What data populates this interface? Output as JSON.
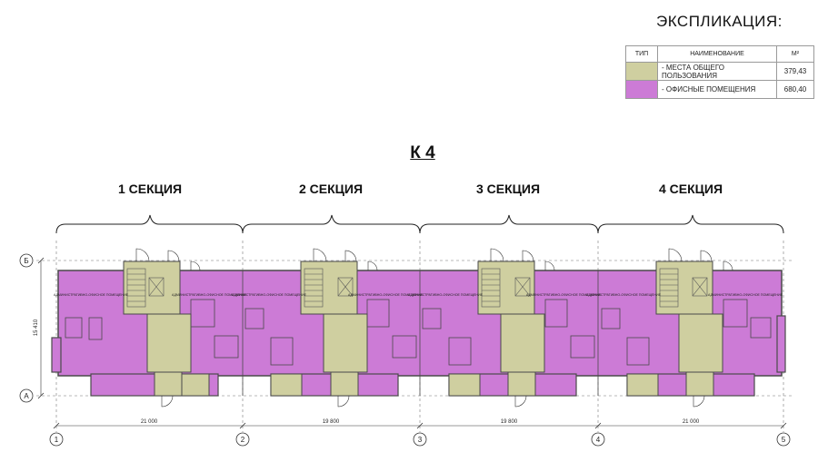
{
  "legend": {
    "title": "ЭКСПЛИКАЦИЯ:",
    "headers": {
      "type": "ТИП",
      "name": "НАИМЕНОВАНИЕ",
      "area": "М²"
    },
    "rows": [
      {
        "name": "- МЕСТА ОБЩЕГО ПОЛЬЗОВАНИЯ",
        "area": "379,43",
        "color": "#cfcfa0"
      },
      {
        "name": "- ОФИСНЫЕ ПОМЕЩЕНИЯ",
        "area": "680,40",
        "color": "#cc7bd6"
      }
    ]
  },
  "plan_title": "К 4",
  "sections": [
    "1 СЕКЦИЯ",
    "2 СЕКЦИЯ",
    "3 СЕКЦИЯ",
    "4 СЕКЦИЯ"
  ],
  "row_axes": [
    "Б",
    "А"
  ],
  "column_axes": [
    "1",
    "2",
    "3",
    "4",
    "5"
  ],
  "dimensions": {
    "height": "15 410",
    "spans": [
      "21 000",
      "19 800",
      "19 800",
      "21 000"
    ]
  },
  "room_labels": [
    "АДМИНИСТРАТИВНО-ОФИСНОЕ ПОМЕЩЕНИЕ"
  ],
  "colors": {
    "office": "#cc7bd6",
    "common": "#cfcfa0",
    "wall": "#4a4a4a"
  }
}
